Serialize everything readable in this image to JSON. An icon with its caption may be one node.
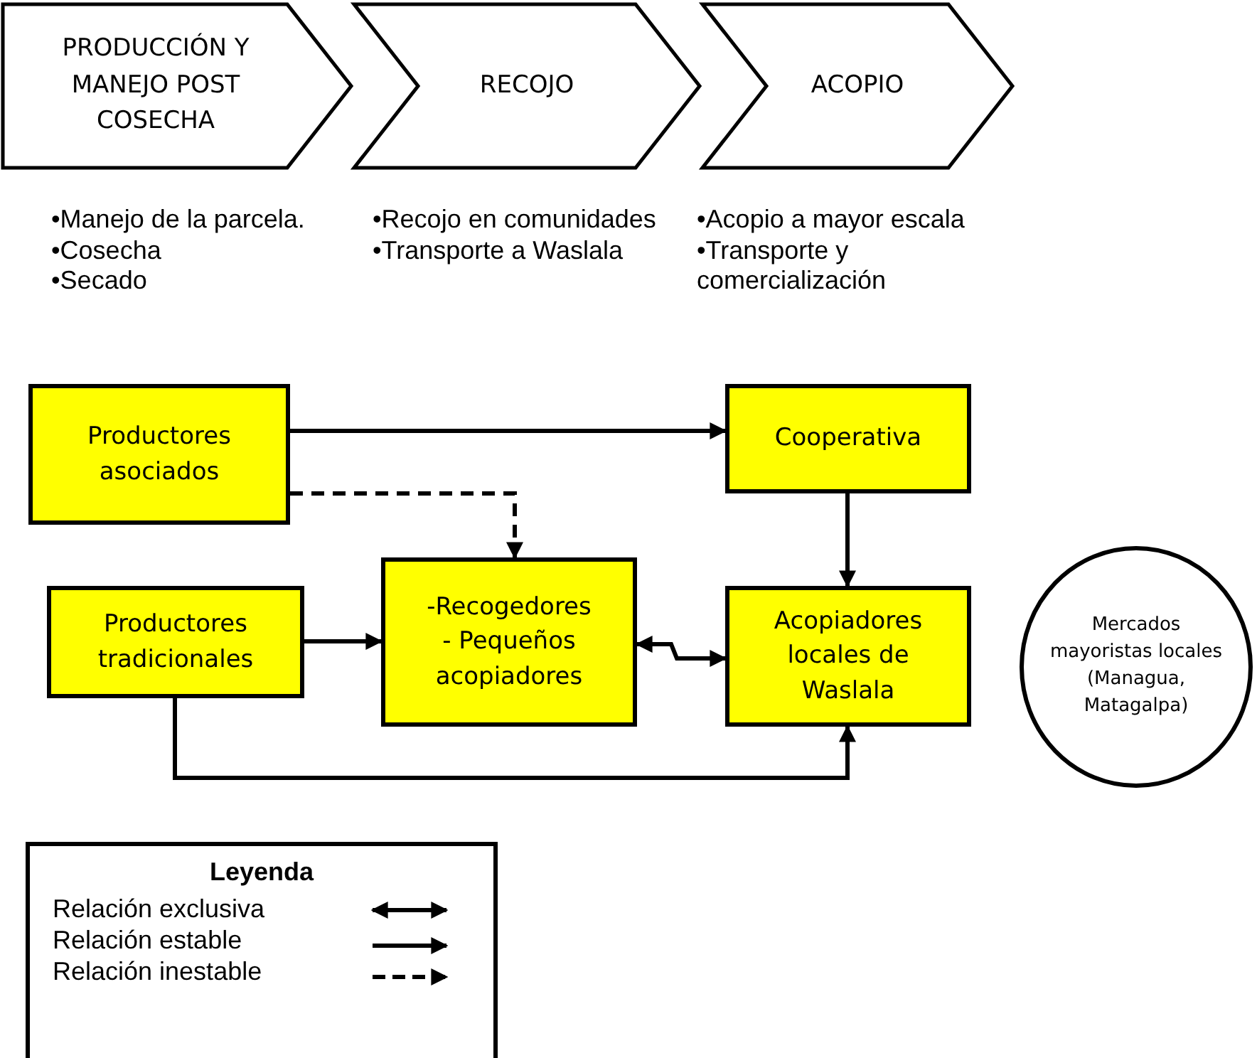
{
  "diagram": {
    "nodes": [
      {
        "text": [
          "PRODUCCIÓN Y MANEJO POST COSECHA"
        ],
        "beside": [
          "•Manejo de la parcela.",
          "•Cosecha",
          "•Secado"
        ]
      },
      {
        "text": [
          "RECOJO"
        ],
        "beside": [
          "•Recojo en comunidades",
          "•Transporte a Waslala"
        ]
      },
      {
        "text": [
          "ACOPIO"
        ],
        "beside": [
          "•Acopio a mayor escala",
          "•Transporte y comercialización"
        ]
      },
      {
        "text": [
          "Productores asociados"
        ]
      },
      {
        "text": [
          "Cooperativa"
        ]
      },
      {
        "text": [
          "Productores tradicionales"
        ]
      },
      {
        "text": [
          "-Recogedores",
          "- Pequeños acopiadores"
        ]
      },
      {
        "text": [
          "Acopiadores locales de Waslala"
        ]
      },
      {
        "text": [
          "Mercados mayoristas locales (Managua, Matagalpa)"
        ]
      }
    ],
    "edges": [
      {
        "from": 3,
        "to": 4,
        "arrow": "to"
      },
      {
        "from": 3,
        "to": 6,
        "arrow": "to",
        "style": "dashed"
      },
      {
        "from": 4,
        "to": 7,
        "arrow": "to"
      },
      {
        "from": 5,
        "to": 6,
        "arrow": "to"
      },
      {
        "from": 6,
        "to": 7,
        "arrow": "both"
      },
      {
        "from": 5,
        "to": 7,
        "arrow": "to"
      }
    ],
    "labels": [
      "Leyenda"
    ],
    "legend": [
      {
        "text": "Relación exclusiva"
      },
      {
        "text": "Relación estable"
      },
      {
        "text": "Relación inestable"
      }
    ]
  }
}
